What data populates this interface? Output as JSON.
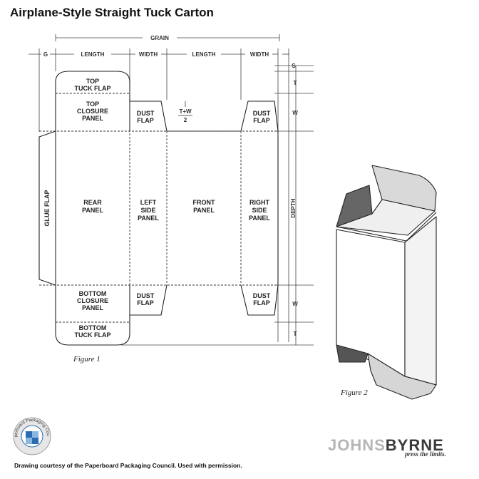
{
  "title": "Airplane-Style Straight Tuck Carton",
  "dimensions": {
    "grain": "GRAIN",
    "g": "G",
    "length1": "LENGTH",
    "width1": "WIDTH",
    "length2": "LENGTH",
    "width2": "WIDTH",
    "s": "S",
    "t_top": "T",
    "w_top": "W",
    "depth": "DEPTH",
    "w_bottom": "W",
    "t_bottom": "T",
    "tw_numerator": "T+W",
    "tw_denominator": "2"
  },
  "panels": {
    "top_tuck_flap": [
      "TOP",
      "TUCK FLAP"
    ],
    "top_closure_panel": [
      "TOP",
      "CLOSURE",
      "PANEL"
    ],
    "dust_flap_top_left": [
      "DUST",
      "FLAP"
    ],
    "dust_flap_top_right": [
      "DUST",
      "FLAP"
    ],
    "glue_flap": "GLUE FLAP",
    "rear_panel": [
      "REAR",
      "PANEL"
    ],
    "left_side_panel": [
      "LEFT",
      "SIDE",
      "PANEL"
    ],
    "front_panel": [
      "FRONT",
      "PANEL"
    ],
    "right_side_panel": [
      "RIGHT",
      "SIDE",
      "PANEL"
    ],
    "bottom_closure_panel": [
      "BOTTOM",
      "CLOSURE",
      "PANEL"
    ],
    "dust_flap_bottom_left": [
      "DUST",
      "FLAP"
    ],
    "dust_flap_bottom_right": [
      "DUST",
      "FLAP"
    ],
    "bottom_tuck_flap": [
      "BOTTOM",
      "TUCK FLAP"
    ]
  },
  "figure1": "Figure 1",
  "figure2": "Figure 2",
  "logo_text": "Paperboard Packaging Council",
  "credit": "Drawing courtesy of the Paperboard Packaging Council. Used with permission.",
  "brand": {
    "johns": "JOHNS",
    "byrne": "BYRNE",
    "tagline": "press the limits."
  }
}
